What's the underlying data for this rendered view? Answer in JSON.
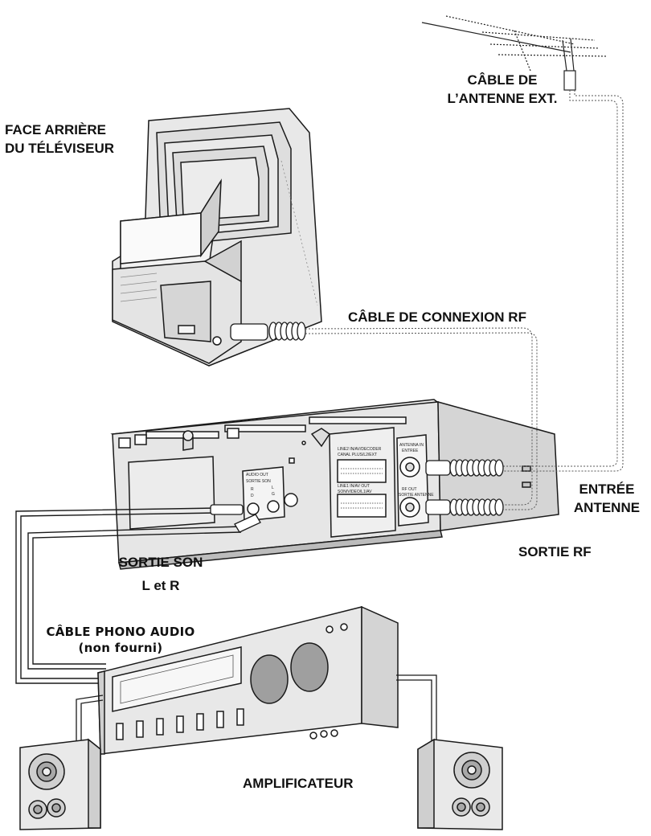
{
  "labels": {
    "antenna_cable_line1": "CÂBLE DE",
    "antenna_cable_line2": "L’ANTENNE EXT.",
    "tv_rear_line1": "FACE ARRIÈRE",
    "tv_rear_line2": "DU TÉLÉVISEUR",
    "rf_cable": "CÂBLE DE CONNEXION RF",
    "antenna_in_line1": "ENTRÉE",
    "antenna_in_line2": "ANTENNE",
    "rf_out": "SORTIE RF",
    "audio_out_line1": "SORTIE SON",
    "audio_out_line2": "L et R",
    "phono_cable_line1": "CÂBLE PHONO AUDIO",
    "phono_cable_line2": "(non fourni)",
    "amplifier": "AMPLIFICATEUR"
  },
  "vcr_panel": {
    "audio_out": "AUDIO OUT",
    "sortie_son": "SORTIE SON",
    "r": "R",
    "d": "D",
    "l": "L",
    "g": "G",
    "scart1_line1": "LINE2 IN/AV/DECODER",
    "scart1_line2": "CANAL PLUS/L2/EXT",
    "scart2_line1": "LINE1 IN/AV OUT",
    "scart2_line2": "SON/VIDEO/L1/AV",
    "antenna_in": "ANTENNA IN",
    "entree": "ENTREE",
    "rf_out": "RF OUT",
    "sortie_antenne": "SORTIE ANTENNE"
  },
  "colors": {
    "line": "#1a1a1a",
    "device_fill": "#e6e6e6",
    "shade": "#c9c9c9",
    "dark_shade": "#9a9a9a"
  }
}
